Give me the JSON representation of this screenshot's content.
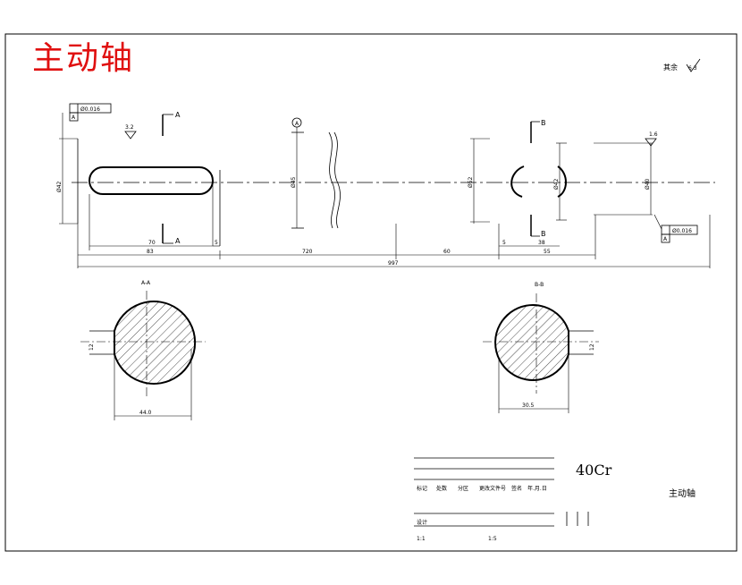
{
  "title": "主动轴",
  "material": "40Cr",
  "part_name": "主动轴",
  "roughness_note": "其余",
  "roughness_other": "6.3",
  "roughness_key": "3.2",
  "roughness_bearing": "1.6",
  "sections": {
    "aa": "A-A",
    "bb": "B-B",
    "a": "A",
    "b": "B"
  },
  "tolerances": {
    "left": "Ø0.016",
    "right": "Ø0.016",
    "datum": "A"
  },
  "dims": {
    "d_left": "Ø42",
    "d_mid": "Ø45",
    "d_step": "Ø52",
    "d_groove": "Ø42",
    "d_right": "Ø40",
    "key_len": "70",
    "gap_small": "5",
    "len_a": "83",
    "len_b": "720",
    "len_c": "60",
    "gap_small2": "5",
    "len_d": "38",
    "len_e": "55",
    "overall": "997",
    "aa_width": "44.0",
    "bb_width": "30.5",
    "aa_key": "12",
    "bb_key": "12"
  },
  "title_block": {
    "row1": [
      "标记",
      "处数",
      "分区",
      "更改文件号",
      "签名",
      "年.月.日"
    ],
    "design": "设计",
    "scale1": "1:1",
    "scale2": "1:5"
  }
}
